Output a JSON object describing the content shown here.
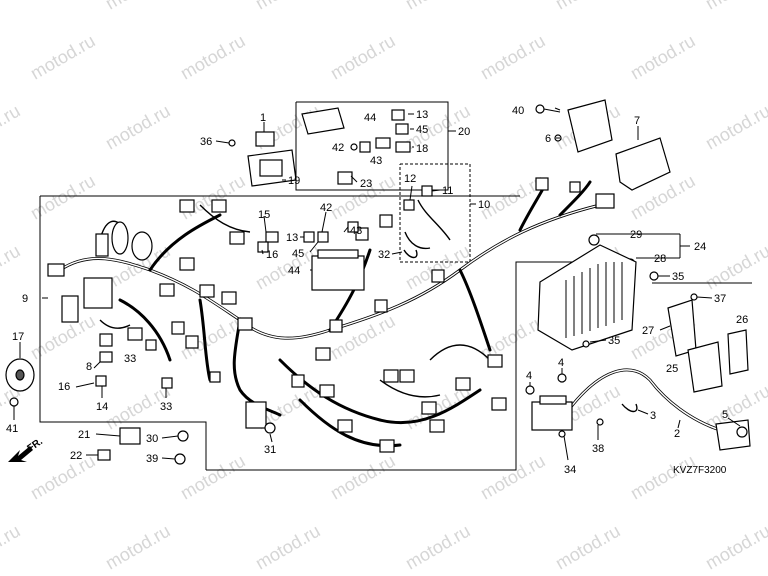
{
  "watermark": "motod.ru",
  "diagram_code": "KVZ7F3200",
  "direction_label": "FR.",
  "labels": [
    {
      "id": "1",
      "text": "1"
    },
    {
      "id": "2",
      "text": "2"
    },
    {
      "id": "3",
      "text": "3"
    },
    {
      "id": "4a",
      "text": "4"
    },
    {
      "id": "4b",
      "text": "4"
    },
    {
      "id": "5",
      "text": "5"
    },
    {
      "id": "6",
      "text": "6"
    },
    {
      "id": "7",
      "text": "7"
    },
    {
      "id": "8",
      "text": "8"
    },
    {
      "id": "9",
      "text": "9"
    },
    {
      "id": "10",
      "text": "10"
    },
    {
      "id": "11",
      "text": "11"
    },
    {
      "id": "12",
      "text": "12"
    },
    {
      "id": "13a",
      "text": "13"
    },
    {
      "id": "13b",
      "text": "13"
    },
    {
      "id": "14",
      "text": "14"
    },
    {
      "id": "15",
      "text": "15"
    },
    {
      "id": "16a",
      "text": "16"
    },
    {
      "id": "16b",
      "text": "16"
    },
    {
      "id": "17",
      "text": "17"
    },
    {
      "id": "18",
      "text": "18"
    },
    {
      "id": "19",
      "text": "19"
    },
    {
      "id": "20",
      "text": "20"
    },
    {
      "id": "21",
      "text": "21"
    },
    {
      "id": "22",
      "text": "22"
    },
    {
      "id": "23",
      "text": "23"
    },
    {
      "id": "24",
      "text": "24"
    },
    {
      "id": "25",
      "text": "25"
    },
    {
      "id": "26",
      "text": "26"
    },
    {
      "id": "27",
      "text": "27"
    },
    {
      "id": "28",
      "text": "28"
    },
    {
      "id": "29",
      "text": "29"
    },
    {
      "id": "30",
      "text": "30"
    },
    {
      "id": "31",
      "text": "31"
    },
    {
      "id": "32",
      "text": "32"
    },
    {
      "id": "33a",
      "text": "33"
    },
    {
      "id": "33b",
      "text": "33"
    },
    {
      "id": "34",
      "text": "34"
    },
    {
      "id": "35a",
      "text": "35"
    },
    {
      "id": "35b",
      "text": "35"
    },
    {
      "id": "36",
      "text": "36"
    },
    {
      "id": "37",
      "text": "37"
    },
    {
      "id": "38",
      "text": "38"
    },
    {
      "id": "39",
      "text": "39"
    },
    {
      "id": "40",
      "text": "40"
    },
    {
      "id": "41",
      "text": "41"
    },
    {
      "id": "42a",
      "text": "42"
    },
    {
      "id": "42b",
      "text": "42"
    },
    {
      "id": "43a",
      "text": "43"
    },
    {
      "id": "43b",
      "text": "43"
    },
    {
      "id": "44a",
      "text": "44"
    },
    {
      "id": "44b",
      "text": "44"
    },
    {
      "id": "45a",
      "text": "45"
    },
    {
      "id": "45b",
      "text": "45"
    }
  ]
}
